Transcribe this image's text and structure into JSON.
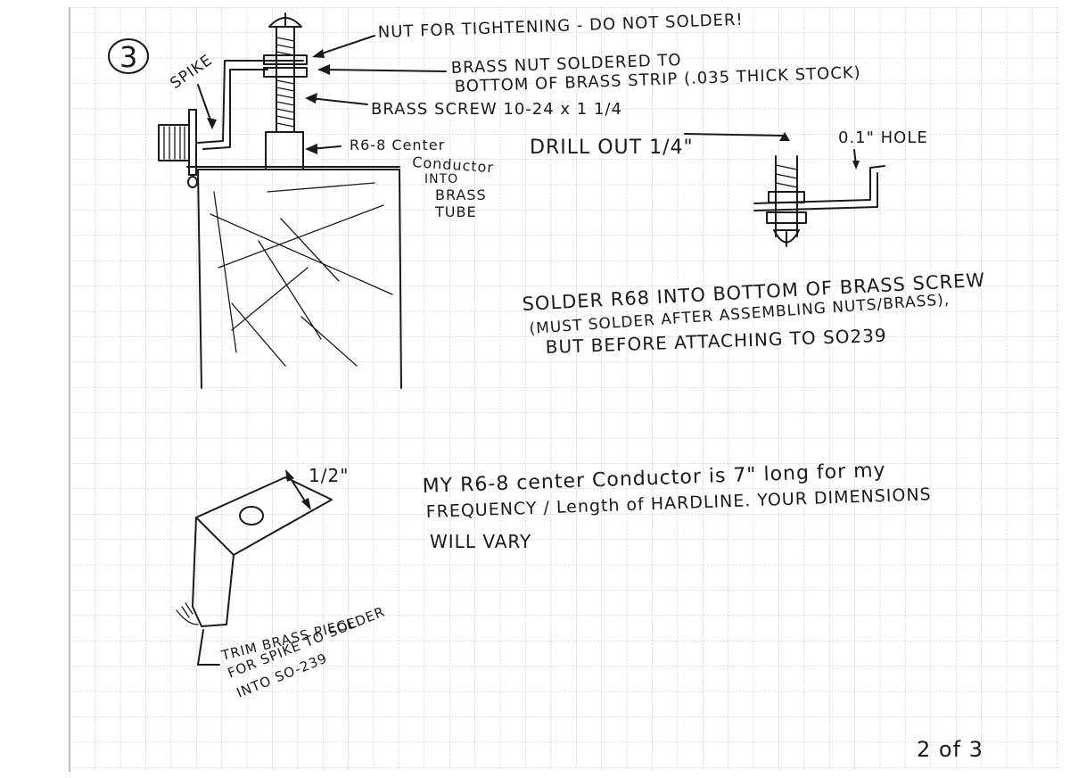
{
  "step_number": "3",
  "top_labels": {
    "spike": "SPIKE",
    "nut_tighten": "NUT FOR TIGHTENING - DO NOT SOLDER!",
    "brass_nut_1": "BRASS NUT SOLDERED TO",
    "brass_nut_2": "BOTTOM OF BRASS STRIP (.035 THICK STOCK)",
    "brass_screw": "BRASS SCREW 10-24 x 1 1/4",
    "rg8_1": "R6-8 Center",
    "rg8_2": "Conductor",
    "rg8_3": "INTO",
    "rg8_4": "BRASS",
    "rg8_5": "TUBE",
    "drill_out": "DRILL OUT 1/4\"",
    "hole": "0.1\" HOLE"
  },
  "instructions": {
    "line1": "SOLDER R68 INTO BOTTOM OF BRASS SCREW",
    "line2": "(MUST SOLDER AFTER ASSEMBLING NUTS/BRASS),",
    "line3": "BUT BEFORE ATTACHING TO SO239"
  },
  "bottom_labels": {
    "half_inch": "1/2\"",
    "trim_1": "TRIM BRASS PIECE",
    "trim_2": "FOR SPIKE TO SOLDER",
    "trim_3": "INTO SO-239"
  },
  "note": {
    "line1": "MY R6-8 center Conductor is 7\" long for my",
    "line2": "FREQUENCY / Length of HARDLINE. YOUR DIMENSIONS",
    "line3": "WILL VARY"
  },
  "page_indicator": "2 of 3"
}
